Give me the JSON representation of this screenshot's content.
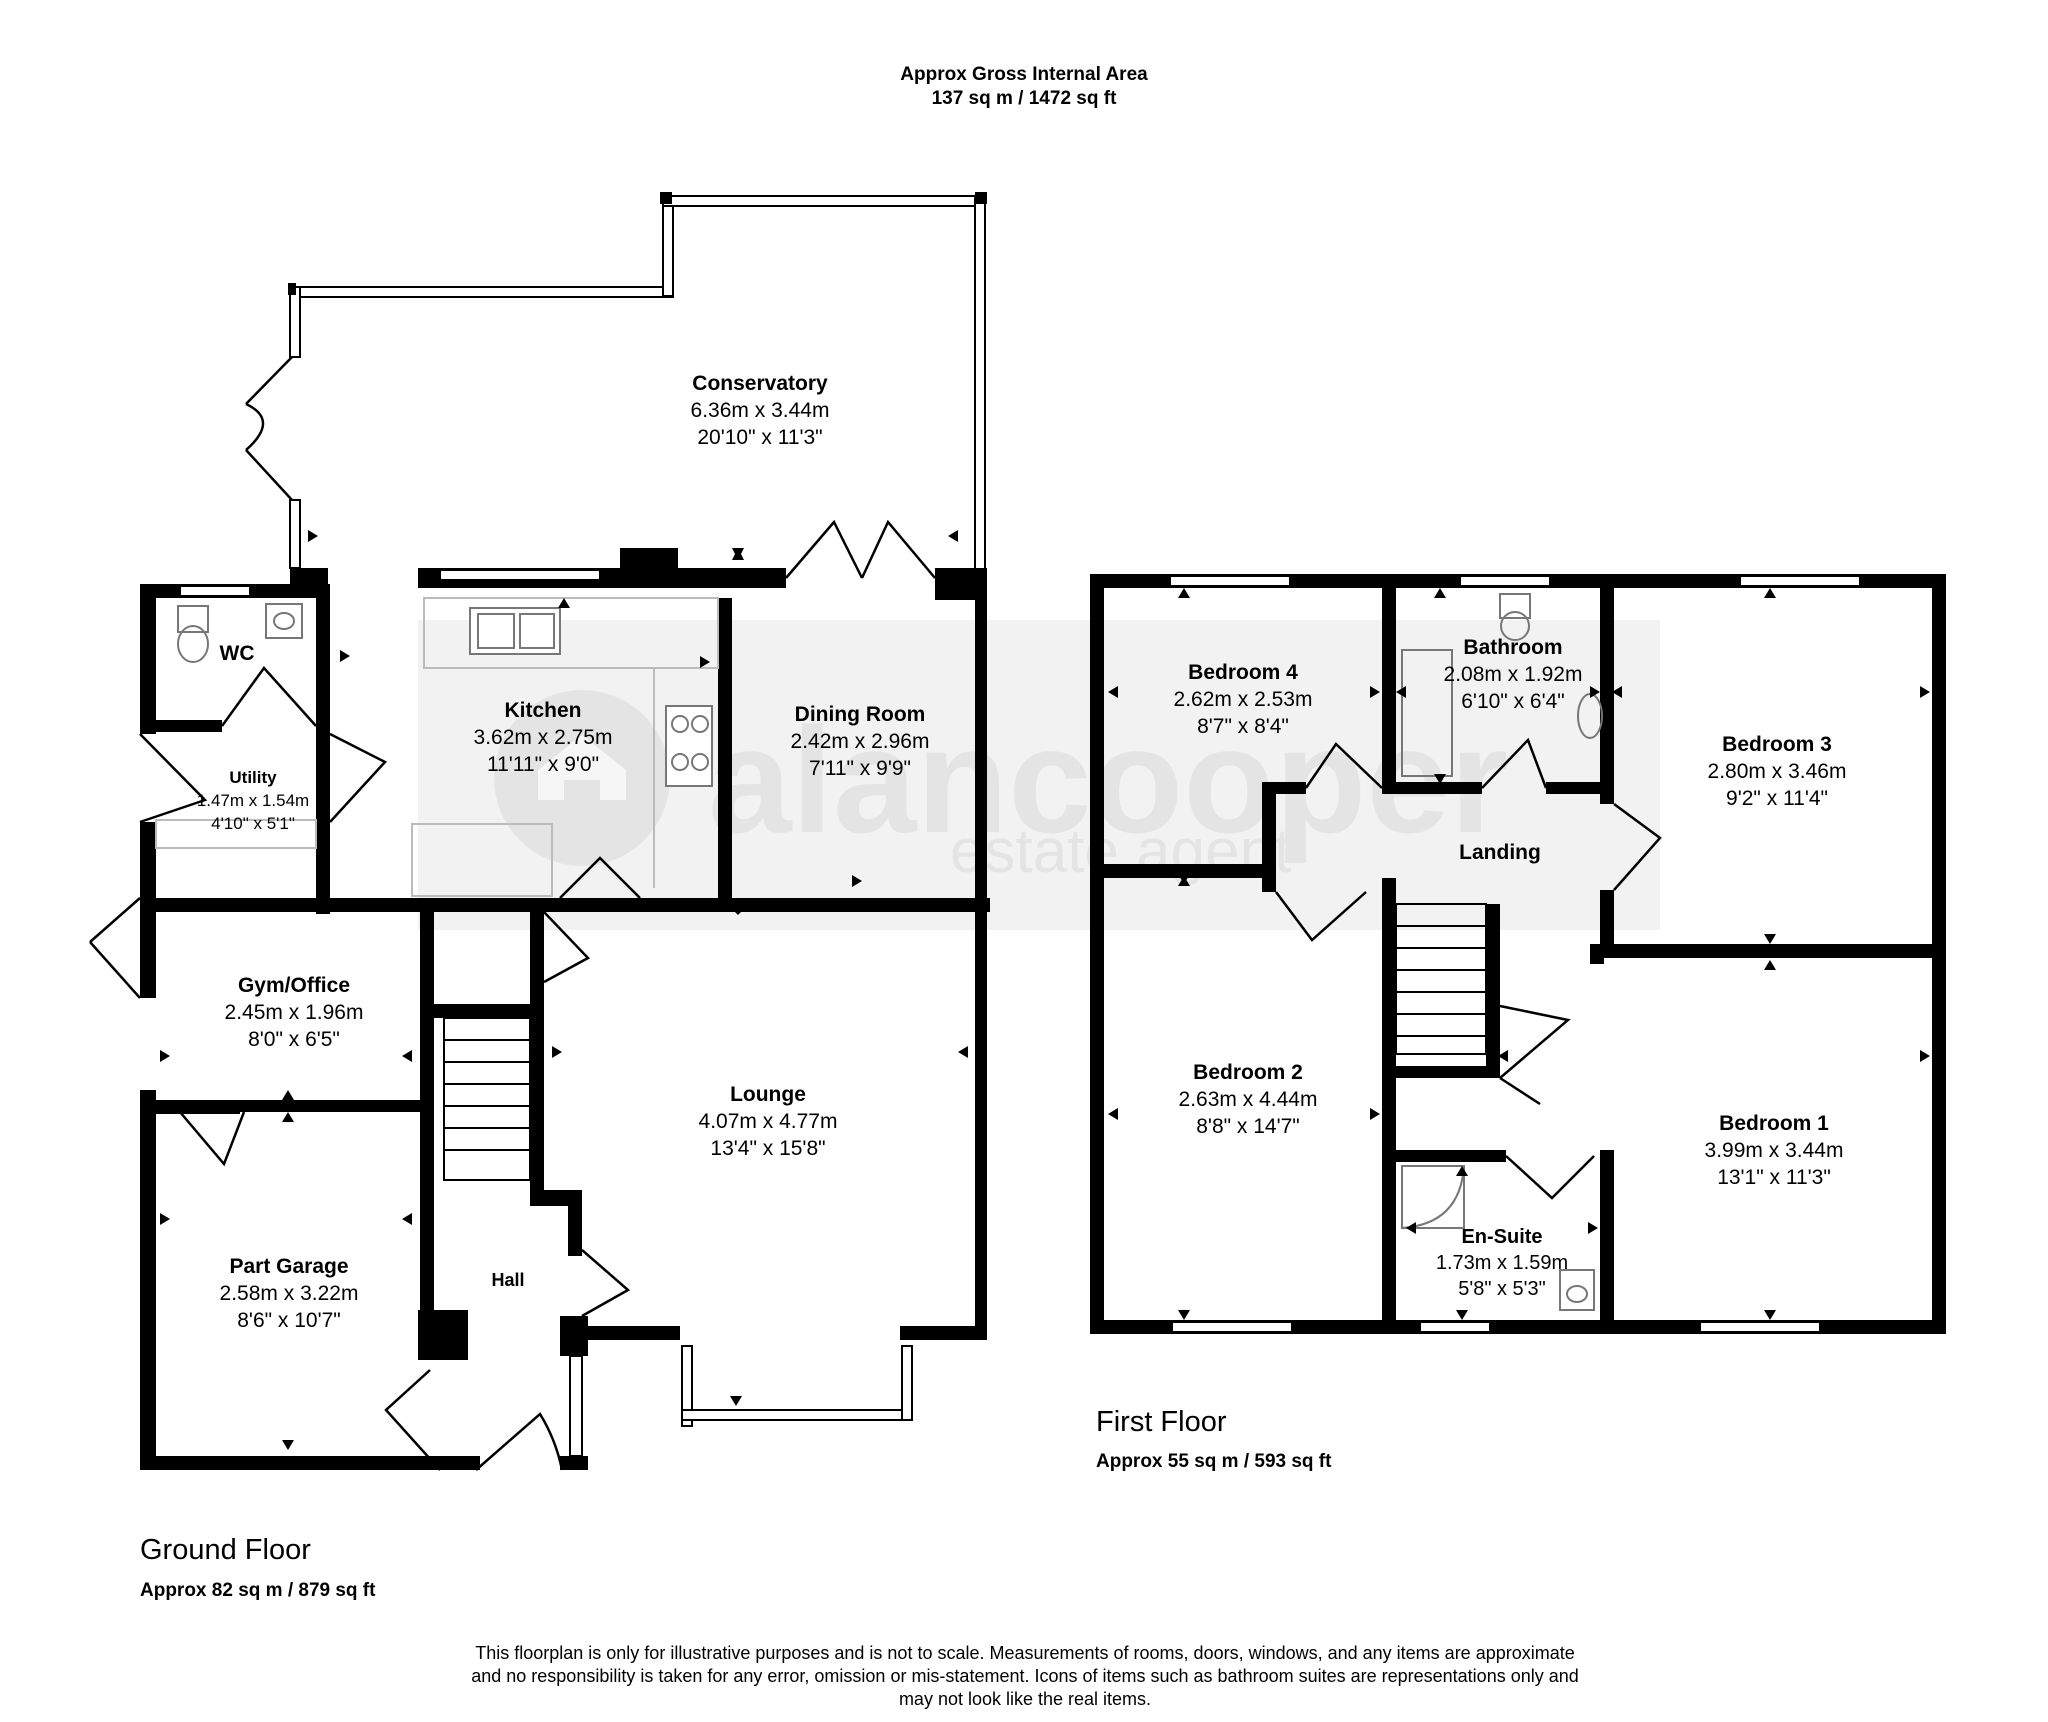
{
  "header": {
    "title": "Approx Gross Internal Area",
    "area": "137 sq m / 1472 sq ft"
  },
  "watermark": {
    "brand": "alancooper",
    "tagline": "estate agent"
  },
  "ground_floor": {
    "name": "Ground Floor",
    "area": "Approx 82 sq m / 879 sq ft"
  },
  "first_floor": {
    "name": "First Floor",
    "area": "Approx 55 sq m / 593 sq ft"
  },
  "rooms": {
    "conservatory": {
      "name": "Conservatory",
      "metric": "6.36m x 3.44m",
      "imperial": "20'10\" x 11'3\""
    },
    "wc": {
      "name": "WC"
    },
    "kitchen": {
      "name": "Kitchen",
      "metric": "3.62m x 2.75m",
      "imperial": "11'11\" x 9'0\""
    },
    "dining_room": {
      "name": "Dining Room",
      "metric": "2.42m x 2.96m",
      "imperial": "7'11\" x 9'9\""
    },
    "utility": {
      "name": "Utility",
      "metric": "1.47m x 1.54m",
      "imperial": "4'10\" x 5'1\""
    },
    "gym_office": {
      "name": "Gym/Office",
      "metric": "2.45m x 1.96m",
      "imperial": "8'0\" x 6'5\""
    },
    "lounge": {
      "name": "Lounge",
      "metric": "4.07m x 4.77m",
      "imperial": "13'4\" x 15'8\""
    },
    "hall": {
      "name": "Hall"
    },
    "part_garage": {
      "name": "Part Garage",
      "metric": "2.58m x 3.22m",
      "imperial": "8'6\" x 10'7\""
    },
    "bedroom4": {
      "name": "Bedroom 4",
      "metric": "2.62m x 2.53m",
      "imperial": "8'7\" x 8'4\""
    },
    "bathroom": {
      "name": "Bathroom",
      "metric": "2.08m x 1.92m",
      "imperial": "6'10\" x 6'4\""
    },
    "bedroom3": {
      "name": "Bedroom 3",
      "metric": "2.80m x 3.46m",
      "imperial": "9'2\" x 11'4\""
    },
    "landing": {
      "name": "Landing"
    },
    "bedroom2": {
      "name": "Bedroom 2",
      "metric": "2.63m x 4.44m",
      "imperial": "8'8\" x 14'7\""
    },
    "bedroom1": {
      "name": "Bedroom 1",
      "metric": "3.99m x 3.44m",
      "imperial": "13'1\" x 11'3\""
    },
    "ensuite": {
      "name": "En-Suite",
      "metric": "1.73m x 1.59m",
      "imperial": "5'8\" x 5'3\""
    }
  },
  "disclaimer": {
    "line1": "This floorplan is only for illustrative purposes and is not to scale. Measurements of rooms, doors, windows, and any items are approximate",
    "line2": "and no responsibility is taken for any error, omission or mis-statement. Icons of items such as bathroom suites are representations only and",
    "line3": "may not look like the real items."
  }
}
